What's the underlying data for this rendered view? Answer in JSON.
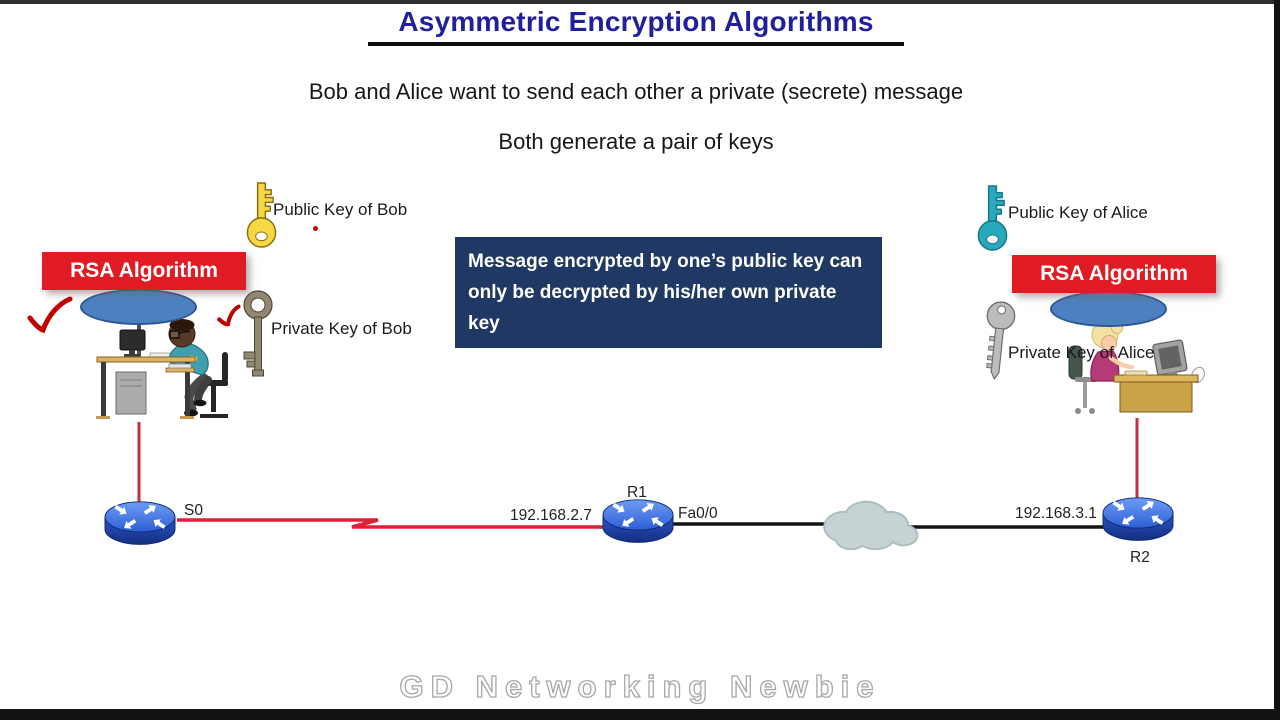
{
  "header": {
    "title": "Asymmetric Encryption Algorithms",
    "subtitle_line1": "Bob and Alice want to send each other a private (secrete) message",
    "subtitle_line2": "Both generate a pair of keys"
  },
  "callout": {
    "text": "Message encrypted by one’s public key can only be decrypted by his/her own private key"
  },
  "bob": {
    "algorithm": "RSA Algorithm",
    "public_key_label": "Public Key of Bob",
    "private_key_label": "Private Key of Bob"
  },
  "alice": {
    "algorithm": "RSA Algorithm",
    "public_key_label": "Public Key of Alice",
    "private_key_label": "Private Key of Alice"
  },
  "network": {
    "bob_router_interface": "S0",
    "r1": {
      "name": "R1",
      "ip": "192.168.2.7",
      "interface": "Fa0/0"
    },
    "r2": {
      "name": "R2",
      "ip": "192.168.3.1"
    }
  },
  "watermark": "GD Networking Newbie",
  "palette": {
    "title_blue": "#201f9e",
    "banner_red": "#e01b23",
    "callout_navy": "#1f3864",
    "link_red": "#e01f36",
    "desk_link_red": "#c03040",
    "router_blue": "#2c5ed6",
    "cloud_gray": "#c7d2d4",
    "bob_public_key_yellow": "#f5d842",
    "alice_public_key_teal": "#28a9bd",
    "private_key_silver": "#bcbcbc",
    "annotation_red": "#c00000"
  }
}
